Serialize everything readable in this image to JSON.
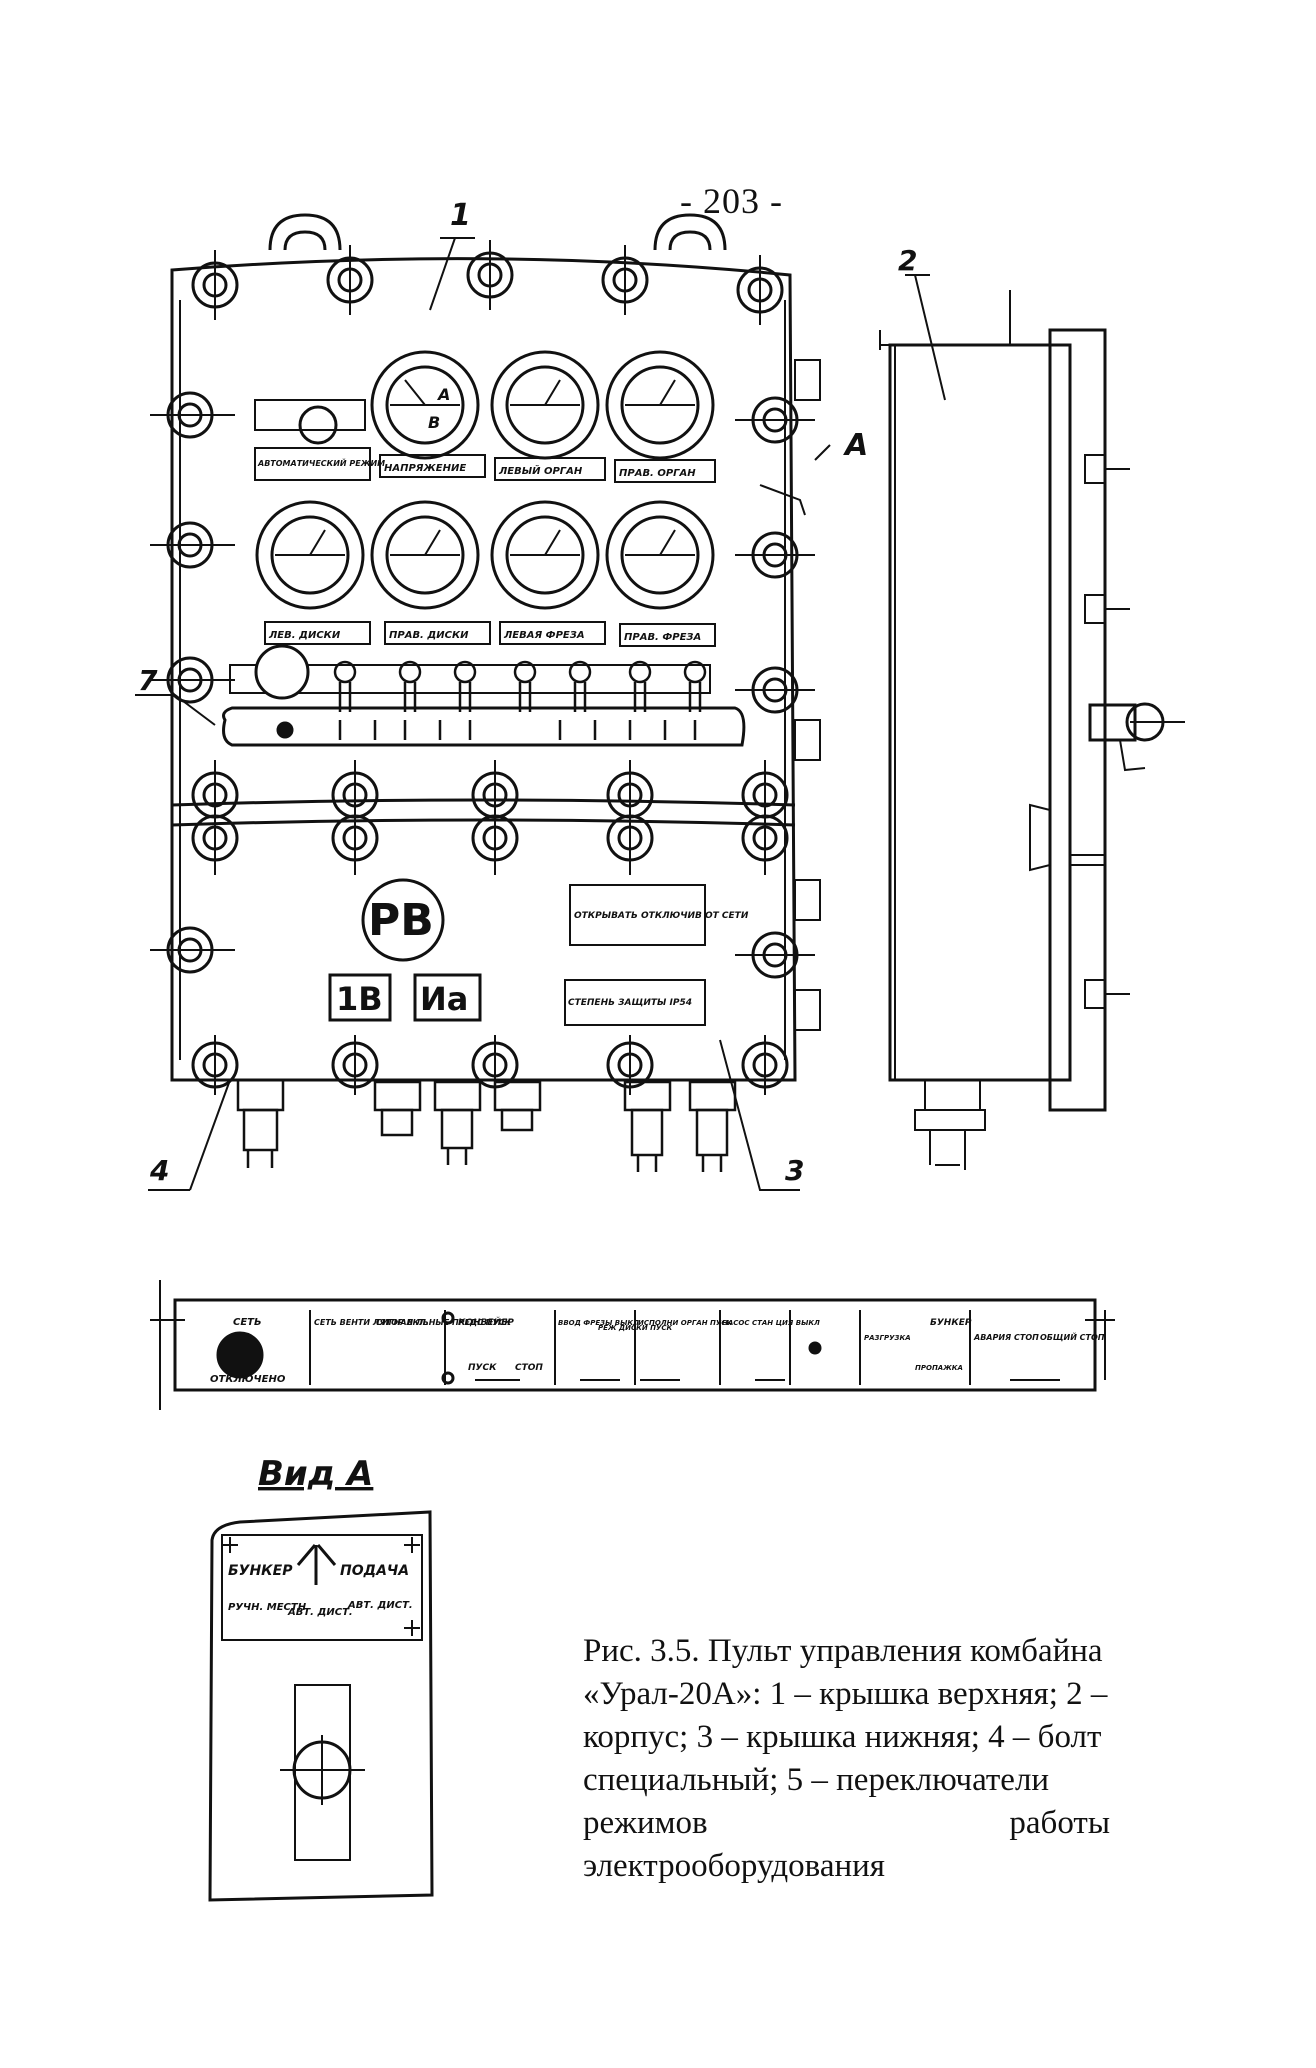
{
  "page_number": "- 203 -",
  "callouts": {
    "c1": "1",
    "c2": "2",
    "c3": "3",
    "c4": "4",
    "c7": "7",
    "a": "A"
  },
  "upper_cover": {
    "meter_labels_row1": [
      "АВТОМАТИЧЕСКИЙ РЕЖИМ",
      "НАПРЯЖЕНИЕ",
      "ЛЕВЫЙ ОРГАН",
      "ПРАВ. ОРГАН"
    ],
    "meter_labels_row2": [
      "ЛЕВ. ДИСКИ",
      "ПРАВ. ДИСКИ",
      "ЛЕВАЯ ФРЕЗА",
      "ПРАВ. ФРЕЗА"
    ],
    "meter_face_letters": [
      "А",
      "В"
    ]
  },
  "lower_cover": {
    "mark_rv": "РВ",
    "mark_1b": "1В",
    "mark_ia": "Иа",
    "warning_plate": "ОТКРЫВАТЬ ОТКЛЮЧИВ ОТ СЕТИ",
    "protection_plate": "СТЕПЕНЬ ЗАЩИТЫ IP54"
  },
  "switch_strip": {
    "labels": [
      "СЕТЬ",
      "ОТКЛЮЧЕНО",
      "СЕТЬ ВЕНТИ ЛЯТОР ВКЛ.",
      "СИГНАЛ ЛЬНЫЕ ПРЕДС ПУСК",
      "КОНВЕЙЕР",
      "ПУСК",
      "СТОП",
      "ВВОД ФРЕЗЫ ВЫКЛ",
      "РЕЖ ДИСКИ ПУСК",
      "ИСПОЛНИ ОРГАН ПУСК",
      "НАСОС СТАН ЦИЯ ВЫКЛ",
      "БУНКЕР",
      "РАЗГРУЗКА",
      "ПРОПАЖКА",
      "АВАРИЯ СТОП",
      "ОБЩИЙ СТОП"
    ]
  },
  "view_a": {
    "title": "Вид А",
    "labels": [
      "БУНКЕР",
      "ПОДАЧА",
      "РУЧН. МЕСТН",
      "АВТ. ДИСТ.",
      "АВТ. ДИСТ."
    ]
  },
  "caption": {
    "lines": [
      "Рис. 3.5. Пульт управления комбайна",
      "«Урал-20А»: 1 – крышка верхняя; 2 –",
      "корпус; 3 – крышка нижняя; 4 – болт",
      "специальный; 5 – переключатели",
      "режимов работы электрооборудования"
    ]
  }
}
